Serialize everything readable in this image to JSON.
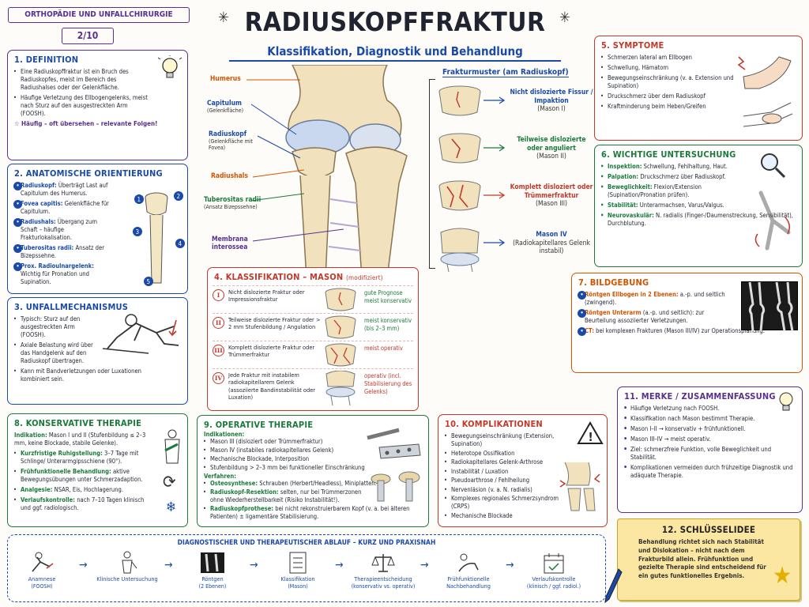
{
  "header": {
    "series": "ORTHOPÄDIE UND UNFALLCHIRURGIE",
    "page": "2/10",
    "title": "RADIUSKOPFFRAKTUR",
    "subtitle": "Klassifikation, Diagnostik und Behandlung"
  },
  "s1": {
    "heading": "1. DEFINITION",
    "items": [
      "Eine Radiuskopffraktur ist ein Bruch des Radiuskopfes, meist im Bereich des Radiushalses oder der Gelenkfläche.",
      "Häufige Verletzung des Ellbogengelenks, meist nach Sturz auf den ausgestreckten Arm (FOOSH)."
    ],
    "note": "Häufig – oft übersehen – relevante Folgen!"
  },
  "s2": {
    "heading": "2. ANATOMISCHE ORIENTIERUNG",
    "items": [
      {
        "n": "1",
        "term": "Radiuskopf:",
        "text": "Überträgt Last auf Capitulum des Humerus."
      },
      {
        "n": "2",
        "term": "Fovea capitis:",
        "text": "Gelenkfläche für Capitulum."
      },
      {
        "n": "3",
        "term": "Radiushals:",
        "text": "Übergang zum Schaft – häufige Frakturlokalisation."
      },
      {
        "n": "4",
        "term": "Tuberositas radii:",
        "text": "Ansatz der Bizepssehne."
      },
      {
        "n": "5",
        "term": "Prox. Radioulnargelenk:",
        "text": "Wichtig für Pronation und Supination."
      }
    ]
  },
  "s3": {
    "heading": "3. UNFALLMECHANISMUS",
    "items": [
      "Typisch: Sturz auf den ausgestreckten Arm (FOOSH).",
      "Axiale Belastung wird über das Handgelenk auf den Radiuskopf übertragen.",
      "Kann mit Bandverletzungen oder Luxationen kombiniert sein."
    ]
  },
  "anatomy": {
    "labels": [
      {
        "main": "Humerus",
        "sub": ""
      },
      {
        "main": "Capitulum",
        "sub": "(Gelenkfläche)"
      },
      {
        "main": "Radiuskopf",
        "sub": "(Gelenkfläche mit Fovea)"
      },
      {
        "main": "Radiushals",
        "sub": ""
      },
      {
        "main": "Tuberositas radii",
        "sub": "(Ansatz Bizepssehne)"
      },
      {
        "main": "Membrana interossea",
        "sub": ""
      }
    ]
  },
  "patterns": {
    "heading": "Frakturmuster (am Radiuskopf)",
    "items": [
      {
        "label": "Nicht dislozierte Fissur / Impaktion",
        "mason": "(Mason I)"
      },
      {
        "label": "Teilweise dislozierte oder anguliert",
        "mason": "(Mason II)"
      },
      {
        "label": "Komplett disloziert oder Trümmerfraktur",
        "mason": "(Mason III)"
      },
      {
        "label": "Mason IV",
        "mason": "(Radiokapitellares Gelenk instabil)"
      }
    ]
  },
  "s4": {
    "heading": "4. KLASSIFIKATION – MASON",
    "heading_note": "(modifiziert)",
    "rows": [
      {
        "num": "I",
        "desc": "Nicht dislozierte Fraktur oder Impressionsfraktur",
        "therapy": "gute Prognose meist konservativ"
      },
      {
        "num": "II",
        "desc": "Teilweise dislozierte Fraktur oder > 2 mm Stufenbildung / Angulation",
        "therapy": "meist konservativ (bis 2–3 mm)"
      },
      {
        "num": "III",
        "desc": "Komplett dislozierte Fraktur oder Trümmerfraktur",
        "therapy": "meist operativ"
      },
      {
        "num": "IV",
        "desc": "Jede Fraktur mit instabilem radiokapitellarem Gelenk (assoziierte Bandinstabilität oder Luxation)",
        "therapy": "operativ (incl. Stabilisierung des Gelenks)"
      }
    ]
  },
  "s5": {
    "heading": "5. SYMPTOME",
    "items": [
      "Schmerzen lateral am Ellbogen",
      "Schwellung, Hämatom",
      "Bewegungseinschränkung (v. a. Extension und Supination)",
      "Druckschmerz über dem Radiuskopf",
      "Kraftminderung beim Heben/Greifen"
    ]
  },
  "s6": {
    "heading": "6. WICHTIGE UNTERSUCHUNG",
    "items": [
      {
        "term": "Inspektion:",
        "text": "Schwellung, Fehlhaltung, Haut."
      },
      {
        "term": "Palpation:",
        "text": "Druckschmerz über Radiuskopf."
      },
      {
        "term": "Beweglichkeit:",
        "text": "Flexion/Extension (Supination/Pronation prüfen)."
      },
      {
        "term": "Stabilität:",
        "text": "Unterarmachsen, Varus/Valgus."
      },
      {
        "term": "Neurovaskulär:",
        "text": "N. radialis (Finger-/Daumenstreckung, Sensibilität), Durchblutung."
      }
    ]
  },
  "s7": {
    "heading": "7. BILDGEBUNG",
    "items": [
      {
        "n": "1",
        "term": "Röntgen Ellbogen in 2 Ebenen:",
        "text": "a.-p. und seitlich (zwingend)."
      },
      {
        "n": "2",
        "term": "Röntgen Unterarm",
        "text": "(a.-p. und seitlich): zur Beurteilung assoziierter Verletzungen."
      },
      {
        "n": "3",
        "term": "CT:",
        "text": "bei komplexen Frakturen (Mason III/IV) zur Operationsplanung."
      }
    ]
  },
  "s8": {
    "heading": "8. KONSERVATIVE THERAPIE",
    "indication_term": "Indikation:",
    "indication": "Mason I und II (Stufenbildung ≤ 2–3 mm, keine Blockade, stabile Gelenke).",
    "items": [
      {
        "term": "Kurzfristige Ruhigstellung:",
        "text": "3–7 Tage mit Schlinge/ Unterarmgipsschiene (90°)."
      },
      {
        "term": "Frühfunktionelle Behandlung:",
        "text": "aktive Bewegungsübungen unter Schmerzadaption."
      },
      {
        "term": "Analgesie:",
        "text": "NSAR, Eis, Hochlagerung."
      },
      {
        "term": "Verlaufskontrolle:",
        "text": "nach 7–10 Tagen klinisch und ggf. radiologisch."
      }
    ]
  },
  "s9": {
    "heading": "9. OPERATIVE THERAPIE",
    "ind_heading": "Indikationen:",
    "indications": [
      "Mason III (disloziert oder Trümmerfraktur)",
      "Mason IV (instabiles radiokapitellares Gelenk)",
      "Mechanische Blockade, Interposition",
      "Stufenbildung > 2–3 mm bei funktioneller Einschränkung"
    ],
    "proc_heading": "Verfahren:",
    "procedures": [
      {
        "term": "Osteosynthese:",
        "text": "Schrauben (Herbert/Headless), Miniplatten."
      },
      {
        "term": "Radiuskopf-Resektion:",
        "text": "selten, nur bei Trümmerzonen ohne Wiederherstellbarkeit (Risiko Instabilität!)."
      },
      {
        "term": "Radiuskopfprothese:",
        "text": "bei nicht rekonstruierbarem Kopf (v. a. bei älteren Patienten) ± ligamentäre Stabilisierung."
      }
    ]
  },
  "s10": {
    "heading": "10. KOMPLIKATIONEN",
    "items": [
      "Bewegungseinschränkung (Extension, Supination)",
      "Heterotope Ossifikation",
      "Radiokapitellares Gelenk-Arthrose",
      "Instabilität / Luxation",
      "Pseudoarthrose / Fehlheilung",
      "Nervenläsion (v. a. N. radialis)",
      "Komplexes regionales Schmerzsyndrom (CRPS)",
      "Mechanische Blockade"
    ]
  },
  "s11": {
    "heading": "11. MERKE / ZUSAMMENFASSUNG",
    "items": [
      "Häufige Verletzung nach FOOSH.",
      "Klassifikation nach Mason bestimmt Therapie.",
      "Mason I–II → konservativ + frühfunktionell.",
      "Mason III–IV → meist operativ.",
      "Ziel: schmerzfreie Funktion, volle Beweglichkeit und Stabilität.",
      "Komplikationen vermeiden durch frühzeitige Diagnostik und adäquate Therapie."
    ]
  },
  "s12": {
    "heading": "12. SCHLÜSSELIDEE",
    "text": "Behandlung richtet sich nach Stabilität und Dislokation – nicht nach dem Frakturbild allein. Frühfunktion und gezielte Therapie sind entscheidend für ein gutes funktionelles Ergebnis."
  },
  "flow": {
    "heading": "DIAGNOSTISCHER UND THERAPEUTISCHER ABLAUF – KURZ UND PRAXISNAH",
    "steps": [
      {
        "main": "Anamnese",
        "sub": "(FOOSH)"
      },
      {
        "main": "Klinische Untersuchung",
        "sub": ""
      },
      {
        "main": "Röntgen",
        "sub": "(2 Ebenen)"
      },
      {
        "main": "Klassifikation",
        "sub": "(Mason)"
      },
      {
        "main": "Therapieentscheidung",
        "sub": "(konservativ vs. operativ)"
      },
      {
        "main": "Frühfunktionelle Nachbehandlung",
        "sub": ""
      },
      {
        "main": "Verlaufskontrolle",
        "sub": "(klinisch / ggf. radiol.)"
      }
    ]
  },
  "colors": {
    "blue": "#1a4aa8",
    "red": "#c0392b",
    "green": "#1b7a3a",
    "purple": "#5a2f8e",
    "orange": "#d35400",
    "yellow": "#fbe7a1"
  }
}
